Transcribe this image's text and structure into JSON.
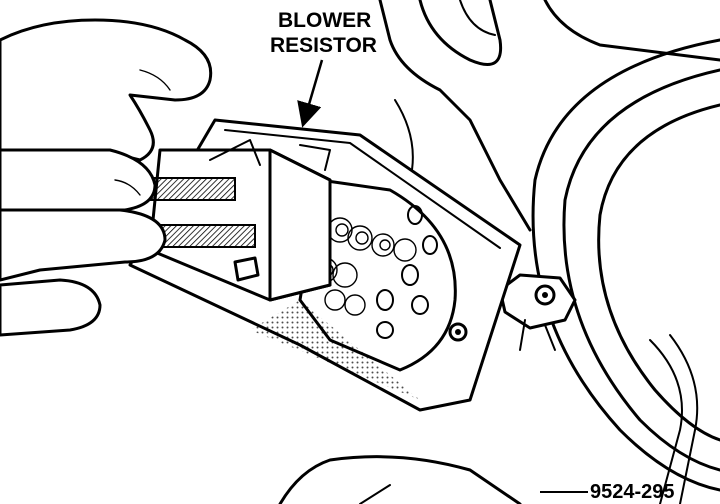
{
  "callout": {
    "line1": "BLOWER",
    "line2": "RESISTOR"
  },
  "figure_number": "9524-295",
  "colors": {
    "ink": "#000000",
    "paper": "#ffffff"
  }
}
